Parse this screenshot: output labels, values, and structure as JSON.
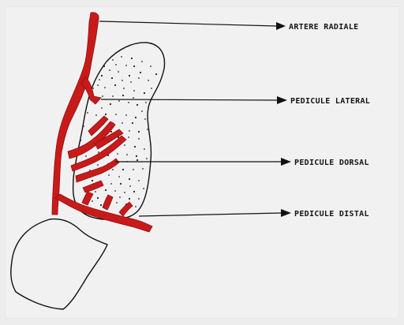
{
  "labels": {
    "artery": "ARTERE  RADIALE",
    "lateral": "PEDICULE LATERAL",
    "dorsal": "PEDICULE DORSAL",
    "distal": "PEDICULE DISTAL"
  },
  "colors": {
    "background": "#f1f1f2",
    "ink": "#111111",
    "vessel": "#c91a1a"
  }
}
